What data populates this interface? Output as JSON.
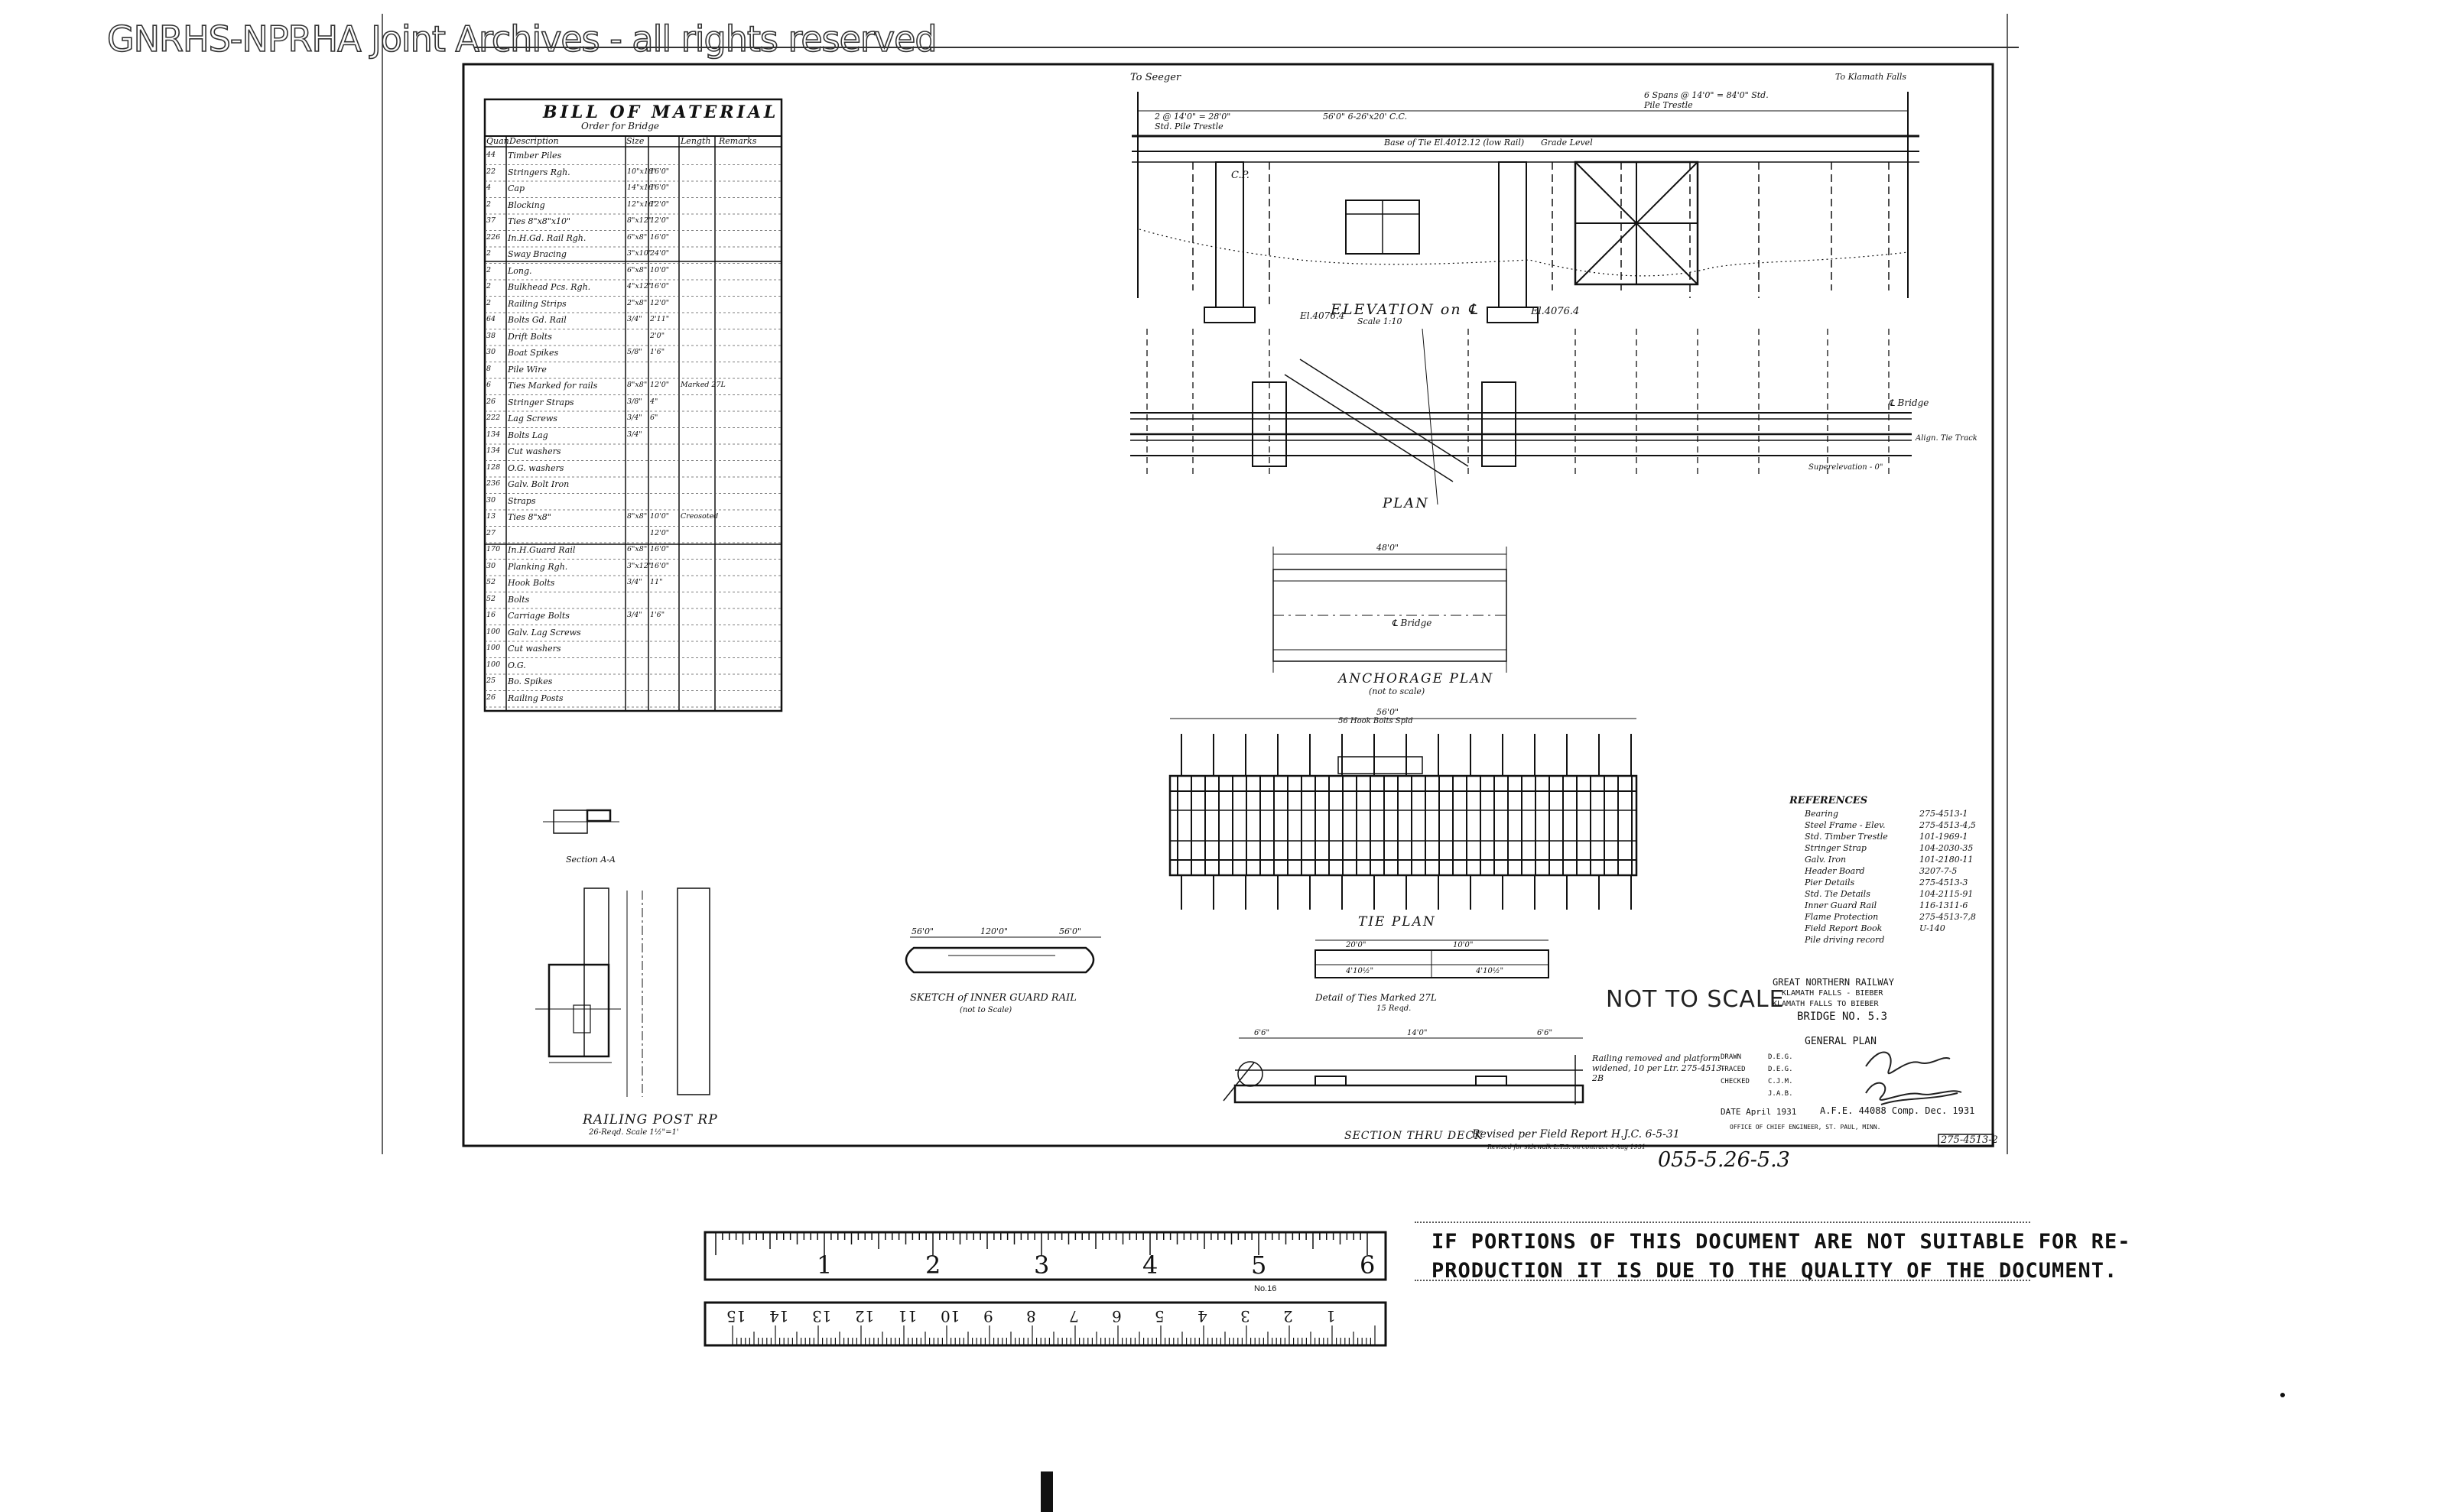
{
  "watermark": "GNRHS-NPRHA Joint Archives - all rights reserved",
  "bill": {
    "title": "BILL OF MATERIAL",
    "subtitle": "Order for Bridge",
    "headers": [
      "Quan.",
      "Description",
      "Size",
      "Length",
      "Remarks"
    ],
    "rows": [
      [
        "44",
        "Timber Piles",
        "",
        "",
        ""
      ],
      [
        "22",
        "Stringers  Rgh.",
        "10\"x18\"",
        "16'0\"",
        ""
      ],
      [
        "4",
        "Cap",
        "14\"x16\"",
        "16'0\"",
        ""
      ],
      [
        "2",
        "Blocking",
        "12\"x16\"",
        "12'0\"",
        ""
      ],
      [
        "37",
        "Ties 8\"x8\"x10\"",
        "8\"x12\"",
        "12'0\"",
        ""
      ],
      [
        "226",
        "In.H.Gd. Rail  Rgh.",
        "6\"x8\"",
        "16'0\"",
        ""
      ],
      [
        "2",
        "Sway Bracing",
        "3\"x10\"",
        "24'0\"",
        ""
      ],
      [
        "2",
        "Long.",
        "6\"x8\"",
        "10'0\"",
        ""
      ],
      [
        "2",
        "Bulkhead Pcs.  Rgh.",
        "4\"x12\"",
        "16'0\"",
        ""
      ],
      [
        "2",
        "Railing Strips",
        "2\"x8\"",
        "12'0\"",
        ""
      ],
      [
        "64",
        "Bolts  Gd. Rail",
        "3/4\"",
        "2'11\"",
        ""
      ],
      [
        "38",
        "Drift  Bolts",
        "",
        "2'0\"",
        ""
      ],
      [
        "30",
        "Boat Spikes",
        "5/8\"",
        "1'6\"",
        ""
      ],
      [
        "8",
        "Pile Wire",
        "",
        "",
        ""
      ],
      [
        "6",
        "Ties Marked for rails",
        "8\"x8\"",
        "12'0\"",
        "Marked 27L"
      ],
      [
        "26",
        "Stringer Straps",
        "3/8\"",
        "4\"",
        ""
      ],
      [
        "222",
        "Lag Screws",
        "3/4\"",
        "6\"",
        ""
      ],
      [
        "134",
        "Bolts  Lag",
        "3/4\"",
        "",
        ""
      ],
      [
        "134",
        "Cut washers",
        "",
        "",
        ""
      ],
      [
        "128",
        "O.G. washers",
        "",
        "",
        ""
      ],
      [
        "236",
        "Galv. Bolt Iron",
        "",
        "",
        ""
      ],
      [
        "30",
        "Straps",
        "",
        "",
        ""
      ],
      [
        "13",
        "Ties 8\"x8\"",
        "8\"x8\"",
        "10'0\"",
        "Creosoted"
      ],
      [
        "27",
        "",
        "",
        "12'0\"",
        ""
      ],
      [
        "170",
        "In.H.Guard Rail",
        "6\"x8\"",
        "16'0\"",
        ""
      ],
      [
        "30",
        "Planking  Rgh.",
        "3\"x12\"",
        "16'0\"",
        ""
      ],
      [
        "52",
        "Hook Bolts",
        "3/4\"",
        "11\"",
        ""
      ],
      [
        "52",
        "Bolts",
        "",
        "",
        ""
      ],
      [
        "16",
        "Carriage Bolts",
        "3/4\"",
        "1'6\"",
        ""
      ],
      [
        "100",
        "Galv. Lag Screws",
        "",
        "",
        ""
      ],
      [
        "100",
        "Cut washers",
        "",
        "",
        ""
      ],
      [
        "100",
        "O.G.",
        "",
        "",
        ""
      ],
      [
        "25",
        "Bo. Spikes",
        "",
        "",
        ""
      ],
      [
        "26",
        "Railing Posts",
        "",
        "",
        ""
      ]
    ]
  },
  "elevation": {
    "title": "ELEVATION on ℄",
    "scale": "Scale 1:10",
    "left_note": "2 @ 14'0\" = 28'0\"  Std. Pile Trestle",
    "mid_note": "56'0\"  6-26'x20' C.C.",
    "right_note": "6 Spans @ 14'0\" = 84'0\"  Std. Pile Trestle",
    "grade_label": "Base of Tie El.4012.12 (low Rail)",
    "grade_level": "Grade Level",
    "el_left": "El.4076.4",
    "el_right": "El.4076.4",
    "to_left": "To Seeger",
    "to_right": "To Klamath Falls",
    "cap_label": "C.P."
  },
  "plan": {
    "title": "PLAN",
    "bridge_label": "℄ Bridge",
    "superelevation": "Superelevation - 0\"",
    "align_note": "Align. Tie Track"
  },
  "anchorage": {
    "title": "ANCHORAGE PLAN",
    "subtitle": "(not to scale)",
    "dim_top": "48'0\"",
    "center_label": "℄ Bridge"
  },
  "tie_plan": {
    "title": "TIE PLAN",
    "dim_top": "56'0\"",
    "note": "56 Hook Bolts Spld"
  },
  "guard_rail": {
    "title": "SKETCH of INNER GUARD RAIL",
    "subtitle": "(not to Scale)",
    "dims": [
      "56'0\"",
      "120'0\"",
      "56'0\""
    ]
  },
  "detail_ties": {
    "title": "Detail of Ties Marked 27L",
    "subtitle": "15 Reqd.",
    "dims": [
      "20'0\"",
      "10'0\"",
      "4'10½\"",
      "4'10½\""
    ]
  },
  "railing_post": {
    "title": "RAILING POST RP",
    "subtitle": "26-Reqd.   Scale 1½\"=1'"
  },
  "section_aa": {
    "title": "Section A-A"
  },
  "section_deck": {
    "title": "SECTION THRU DECK",
    "revised": "Revised per Field Report H.J.C. 6-5-31",
    "revised_sub": "Revised for sidewalk L.T.S. on contract 6 Aug 1931",
    "railing_note": "Railing removed and platform widened, 10 per Ltr. 275-4513-2B",
    "dims": [
      "6'6\"",
      "14'0\"",
      "6'6\""
    ]
  },
  "references": {
    "title": "REFERENCES",
    "items": [
      [
        "Bearing",
        "275-4513-1"
      ],
      [
        "Steel Frame - Elev.",
        "275-4513-4,5"
      ],
      [
        "Std. Timber Trestle",
        "101-1969-1"
      ],
      [
        "Stringer Strap",
        "104-2030-35"
      ],
      [
        "Galv. Iron",
        "101-2180-11"
      ],
      [
        "Header Board",
        "3207-7-5"
      ],
      [
        "Pier Details",
        "275-4513-3"
      ],
      [
        "Std. Tie Details",
        "104-2115-91"
      ],
      [
        "Inner Guard Rail",
        "116-1311-6"
      ],
      [
        "Flame Protection",
        "275-4513-7,8"
      ],
      [
        "Field Report Book",
        "U-140"
      ],
      [
        "Pile driving record",
        ""
      ]
    ]
  },
  "not_to_scale": "NOT TO SCALE",
  "title_block": {
    "railway": "GREAT NORTHERN RAILWAY",
    "subtitle": "KLAMATH FALLS - BIEBER",
    "line": "KLAMATH FALLS TO BIEBER",
    "bridge": "BRIDGE NO. 5.3",
    "plan": "GENERAL PLAN",
    "rows": [
      [
        "DRAWN",
        "D.E.G."
      ],
      [
        "TRACED",
        "D.E.G."
      ],
      [
        "CHECKED",
        "C.J.M."
      ],
      [
        "",
        "J.A.B."
      ]
    ],
    "date": "DATE  April 1931",
    "afe": "A.F.E. 44088 Comp. Dec. 1931",
    "office": "OFFICE OF CHIEF ENGINEER, ST. PAUL, MINN.",
    "dwg_no": "275-4513-2"
  },
  "handwritten_number": "055-5.26-5.3",
  "ruler": {
    "inch_labels": [
      "1",
      "2",
      "3",
      "4",
      "5",
      "6"
    ],
    "cm_labels": [
      "1",
      "2",
      "3",
      "4",
      "5",
      "6",
      "7",
      "8",
      "9",
      "10",
      "11",
      "12",
      "13",
      "14",
      "15"
    ],
    "model": "No.16"
  },
  "notice": {
    "line1": "IF PORTIONS OF THIS DOCUMENT ARE NOT SUITABLE FOR RE-",
    "line2": "PRODUCTION IT IS DUE TO THE QUALITY OF THE DOCUMENT."
  }
}
